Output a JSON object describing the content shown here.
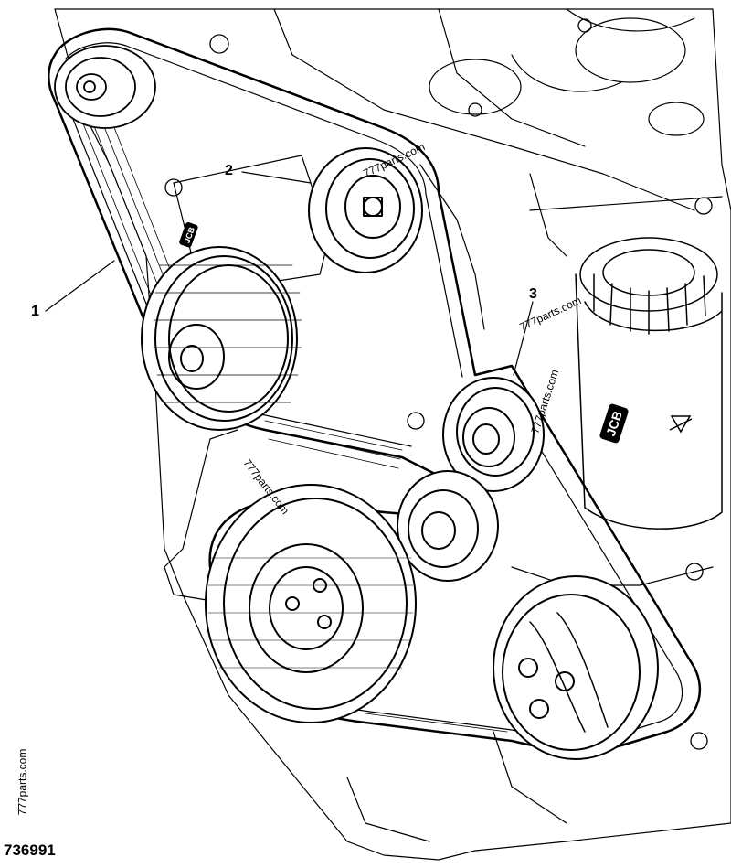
{
  "diagram": {
    "callouts": [
      {
        "id": "1",
        "label": "1"
      },
      {
        "id": "2",
        "label": "2"
      },
      {
        "id": "3",
        "label": "3"
      }
    ],
    "watermark": "777parts.com",
    "figure_number": "736991",
    "brand_mark": "JCB"
  }
}
